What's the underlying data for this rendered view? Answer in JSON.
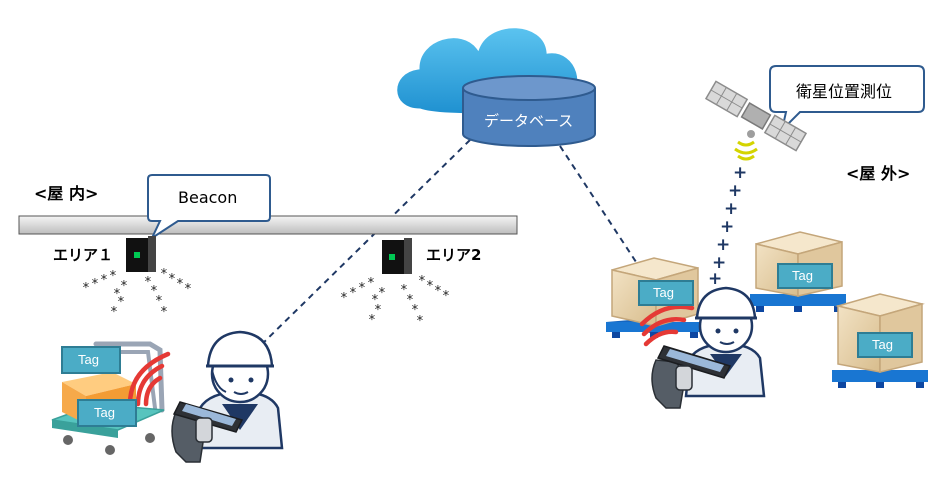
{
  "indoor_label": "<屋 内>",
  "outdoor_label": "<屋 外>",
  "beacon_callout": "Beacon",
  "satellite_callout": "衛星位置測位",
  "database_label": "データベース",
  "area1_label": "エリア１",
  "area2_label": "エリア2",
  "tag_label": "Tag",
  "colors": {
    "tag_fill": "#4bacc6",
    "tag_border": "#2e7d94",
    "database_fill": "#4f81bd",
    "cloud_fill": "#29a8e0",
    "dashed_line": "#1f3864",
    "pallet": "#1565c0",
    "signal": "#e53935",
    "satellite_signal": "#d4d400"
  },
  "icons": [
    "cloud-icon",
    "database-icon",
    "satellite-icon",
    "beacon-device-icon",
    "worker-icon",
    "handheld-scanner-icon",
    "cart-icon",
    "box-icon",
    "pallet-icon",
    "rfid-wave-icon"
  ]
}
